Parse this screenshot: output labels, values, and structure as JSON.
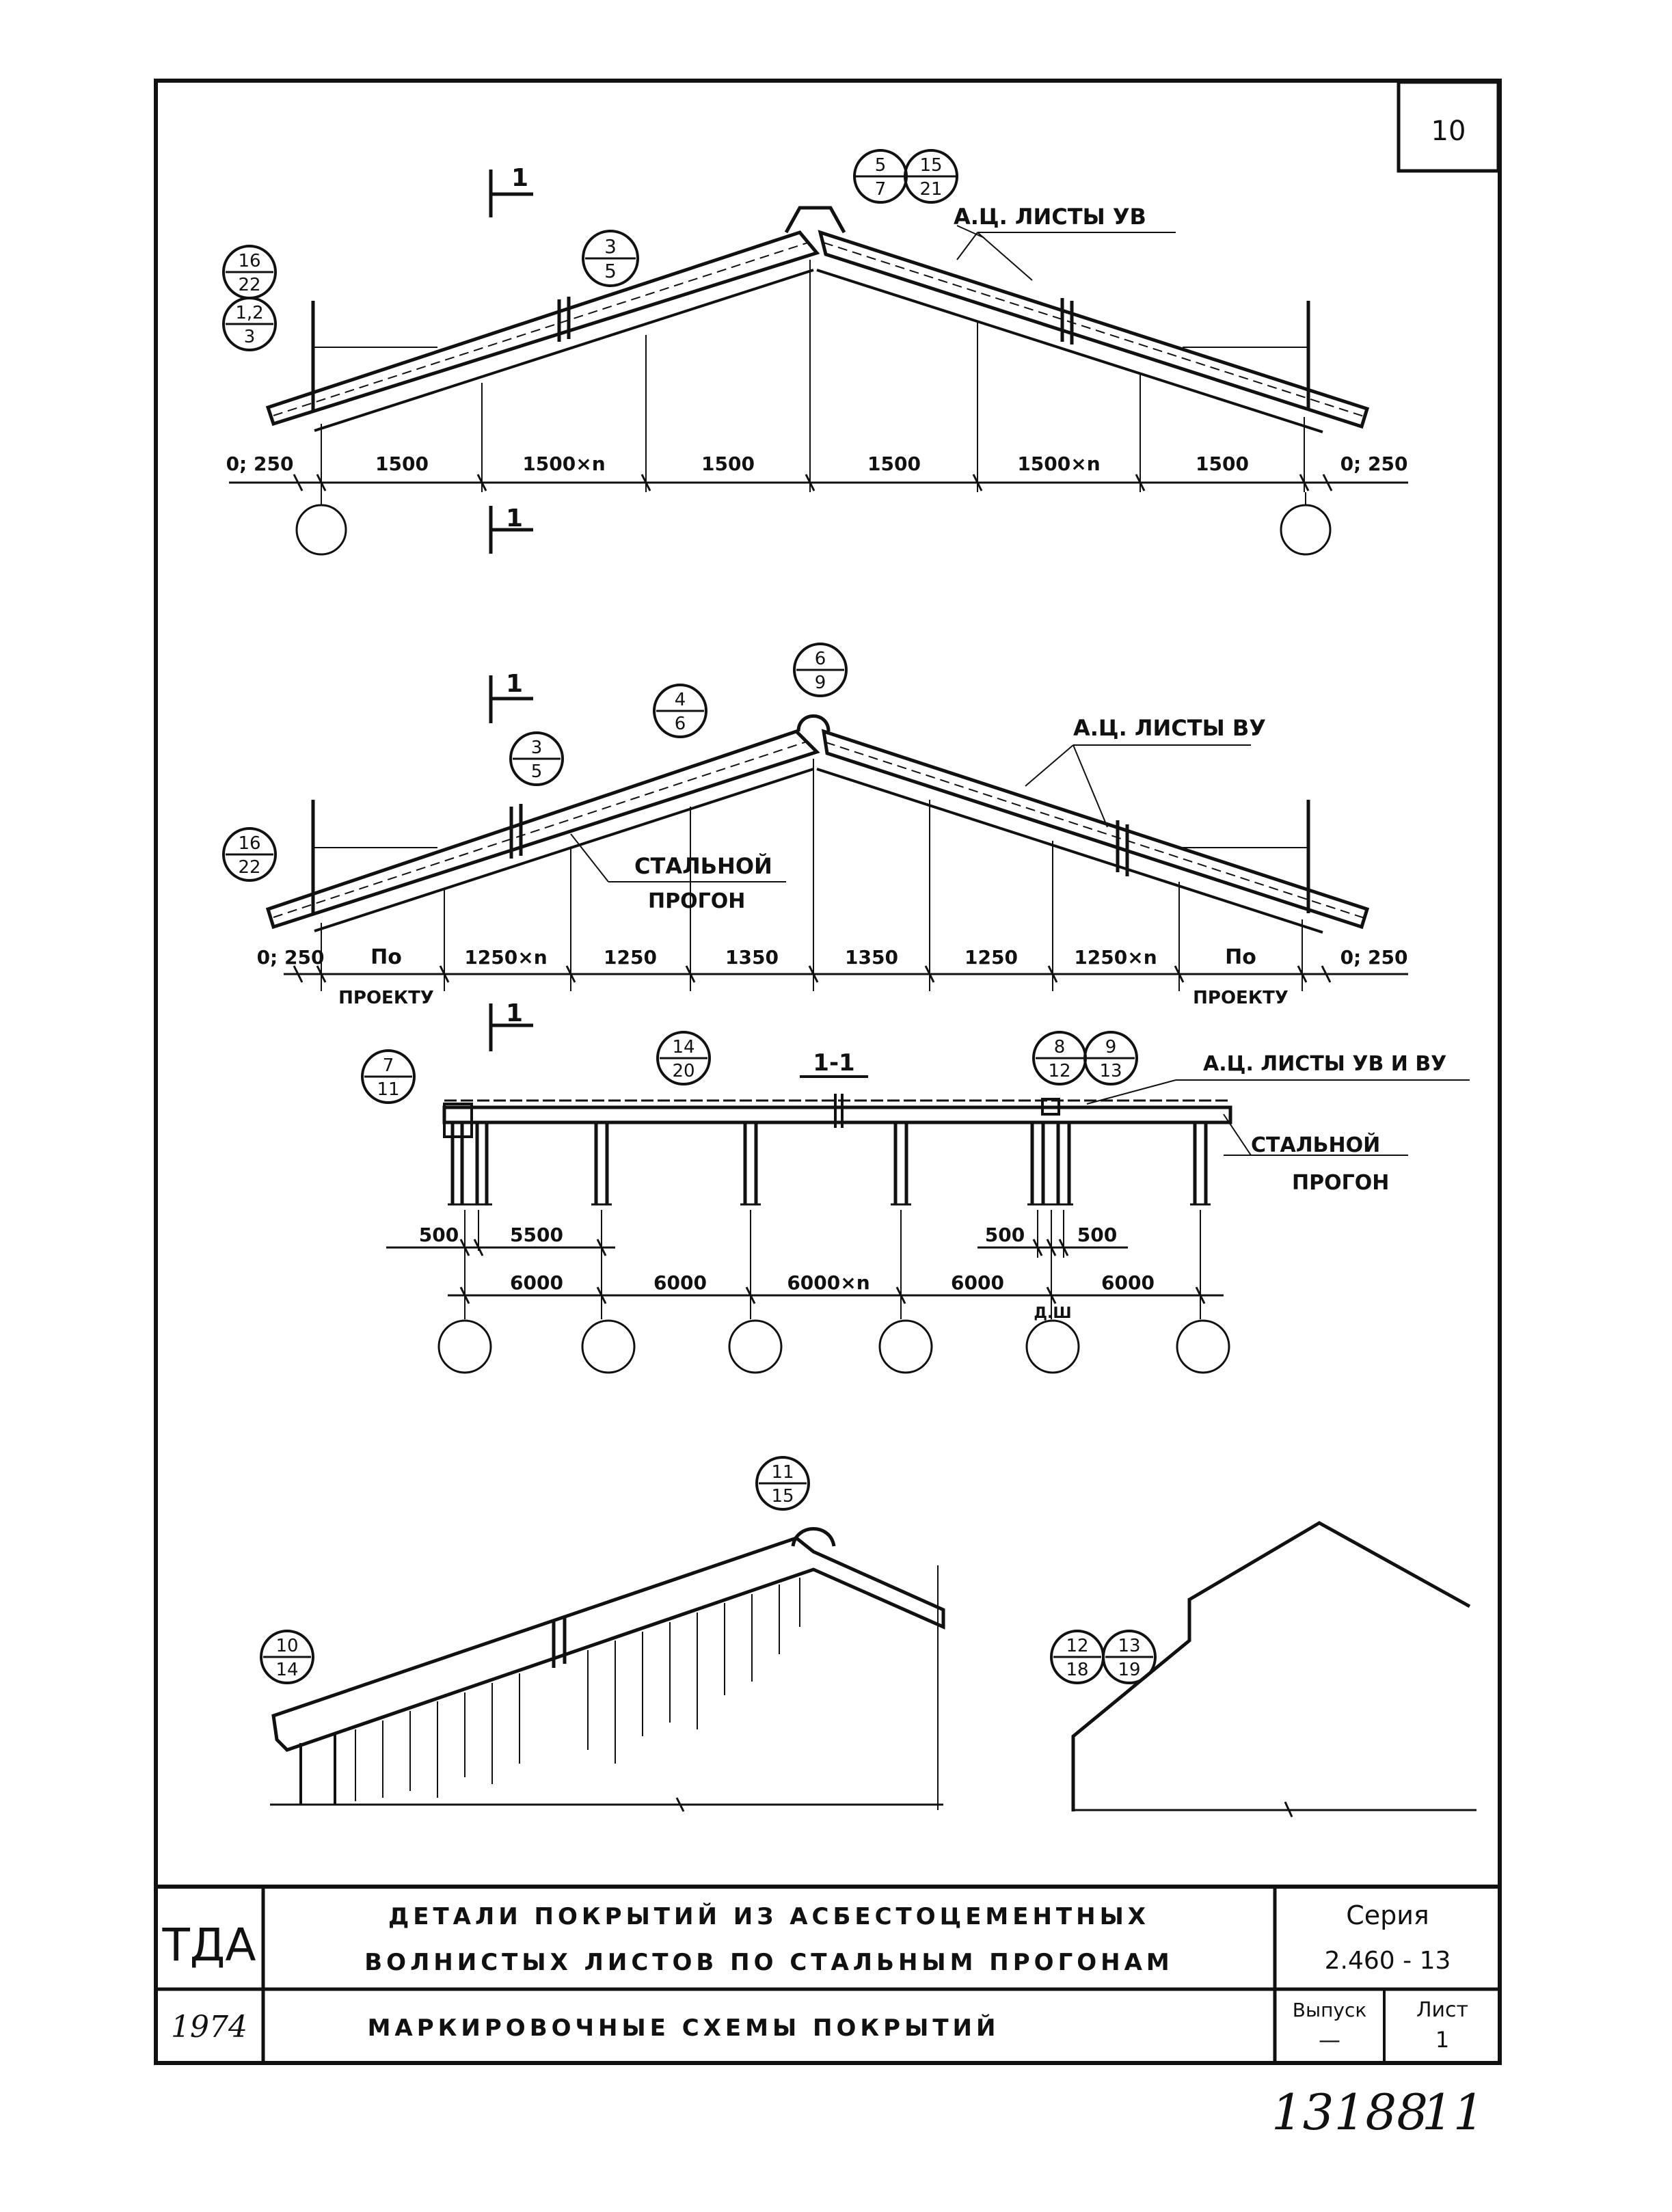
{
  "sheet": {
    "page_number": "10",
    "handwritten_number": "13188",
    "handwritten_sheet": "11"
  },
  "diagram1": {
    "section_mark": "1",
    "callouts": [
      {
        "top": "16",
        "bottom": "22"
      },
      {
        "top": "1,2",
        "bottom": "3"
      },
      {
        "top": "3",
        "bottom": "5"
      },
      {
        "top": "5",
        "bottom": "7"
      },
      {
        "top": "15",
        "bottom": "21"
      }
    ],
    "sheets_label": "А.Ц. ЛИСТЫ УВ",
    "dims": [
      "0; 250",
      "1500",
      "1500×n",
      "1500",
      "1500",
      "1500×n",
      "1500",
      "0; 250"
    ]
  },
  "diagram2": {
    "section_mark": "1",
    "callouts": [
      {
        "top": "16",
        "bottom": "22"
      },
      {
        "top": "3",
        "bottom": "5"
      },
      {
        "top": "4",
        "bottom": "6"
      },
      {
        "top": "6",
        "bottom": "9"
      }
    ],
    "sheets_label": "А.Ц. ЛИСТЫ ВУ",
    "purlin_label_1": "СТАЛЬНОЙ",
    "purlin_label_2": "ПРОГОН",
    "dims": [
      "0; 250",
      "По",
      "1250×n",
      "1250",
      "1350",
      "1350",
      "1250",
      "1250×n",
      "По",
      "0; 250"
    ],
    "by_project": "ПРОЕКТУ"
  },
  "diagram3": {
    "section_title": "1-1",
    "callouts": [
      {
        "top": "7",
        "bottom": "11"
      },
      {
        "top": "14",
        "bottom": "20"
      },
      {
        "top": "8",
        "bottom": "12"
      },
      {
        "top": "9",
        "bottom": "13"
      }
    ],
    "sheets_label": "А.Ц. ЛИСТЫ УВ И ВУ",
    "purlin_label_1": "СТАЛЬНОЙ",
    "purlin_label_2": "ПРОГОН",
    "dims_top": [
      "500",
      "5500",
      "500",
      "500"
    ],
    "dims_bottom": [
      "6000",
      "6000",
      "6000×n",
      "6000",
      "6000"
    ],
    "joint_label": "Д.Ш"
  },
  "diagram4": {
    "callouts": [
      {
        "top": "11",
        "bottom": "15"
      },
      {
        "top": "10",
        "bottom": "14"
      }
    ]
  },
  "diagram5": {
    "callouts": [
      {
        "top": "12",
        "bottom": "18"
      },
      {
        "top": "13",
        "bottom": "19"
      }
    ]
  },
  "title_block": {
    "org": "ТДА",
    "title_line1": "ДЕТАЛИ ПОКРЫТИЙ ИЗ АСБЕСТОЦЕМЕНТНЫХ",
    "title_line2": "ВОЛНИСТЫХ ЛИСТОВ ПО СТАЛЬНЫМ ПРОГОНАМ",
    "series_label": "Серия",
    "series_value": "2.460 - 13",
    "year": "1974",
    "subtitle": "МАРКИРОВОЧНЫЕ СХЕМЫ ПОКРЫТИЙ",
    "issue_label": "Выпуск",
    "issue_value": "—",
    "sheet_label": "Лист",
    "sheet_value": "1"
  }
}
